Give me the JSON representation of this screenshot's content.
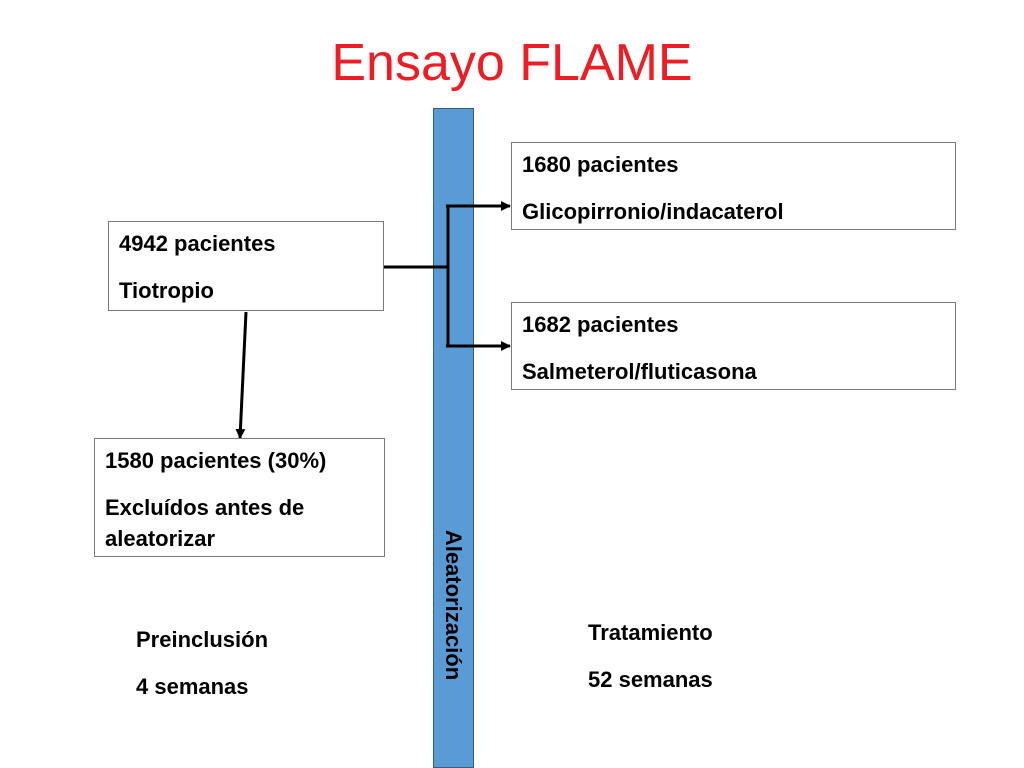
{
  "title": "Ensayo FLAME",
  "randomization_label": "Aleatorización",
  "boxes": {
    "runin": {
      "count": "4942 pacientes",
      "label": "Tiotropio"
    },
    "arm1": {
      "count": "1680 pacientes",
      "label": "Glicopirronio/indacaterol"
    },
    "arm2": {
      "count": "1682 pacientes",
      "label": "Salmeterol/fluticasona"
    },
    "excluded": {
      "count": "1580 pacientes (30%)",
      "label_line1": "Excluídos antes de",
      "label_line2": "aleatorizar"
    }
  },
  "phases": {
    "runin": {
      "label": "Preinclusión",
      "duration": "4 semanas"
    },
    "treatment": {
      "label": "Tratamiento",
      "duration": "52 semanas"
    }
  },
  "colors": {
    "title": "#ee1c24",
    "randomization_bar": "#5b9bd5"
  }
}
